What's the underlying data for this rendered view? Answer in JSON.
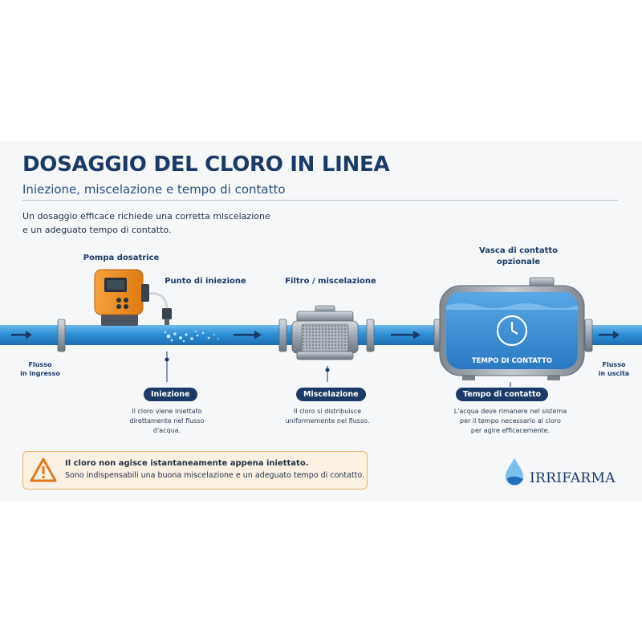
{
  "header": {
    "title": "DOSAGGIO DEL CLORO IN LINEA",
    "subtitle": "Iniezione, miscelazione e tempo di contatto"
  },
  "intro": {
    "line1": "Un dosaggio efficace richiede una corretta miscelazione",
    "line2": "e un adeguato tempo di contatto."
  },
  "labels": {
    "pump": "Pompa dosatrice",
    "injection_point": "Punto di iniezione",
    "filter": "Filtro / miscelazione",
    "tank_line1": "Vasca di contatto",
    "tank_line2": "opzionale",
    "flow_in_line1": "Flusso",
    "flow_in_line2": "in ingresso",
    "flow_out_line1": "Flusso",
    "flow_out_line2": "in uscita",
    "tank_inner": "TEMPO DI CONTATTO"
  },
  "steps": [
    {
      "badge": "Iniezione",
      "lines": [
        "Il cloro viene iniettato",
        "direttamente nel flusso",
        "d'acqua."
      ]
    },
    {
      "badge": "Miscelazione",
      "lines": [
        "Il cloro si distribuisce",
        "uniformemente nel flusso."
      ]
    },
    {
      "badge": "Tempo di contatto",
      "lines": [
        "L'acqua deve rimanere nel sistema",
        "per il tempo necessario al cloro",
        "per agire efficacemente."
      ]
    }
  ],
  "warning": {
    "strong": "Il cloro non agisce istantaneamente appena iniettato.",
    "text": "Sono indispensabili una buona miscelazione e un adeguato tempo di contatto."
  },
  "brand": {
    "name": "IRRIFARMA"
  },
  "icons": {
    "warning": "warning-triangle-icon",
    "clock": "clock-icon",
    "logo": "water-drop-icon",
    "flow_arrow": "arrow-right-icon"
  },
  "colors": {
    "navy": "#1b3a66",
    "pipe_blue": "#2e8fd6",
    "pump_orange": "#f08a1c",
    "warning_orange": "#e07a1f"
  }
}
